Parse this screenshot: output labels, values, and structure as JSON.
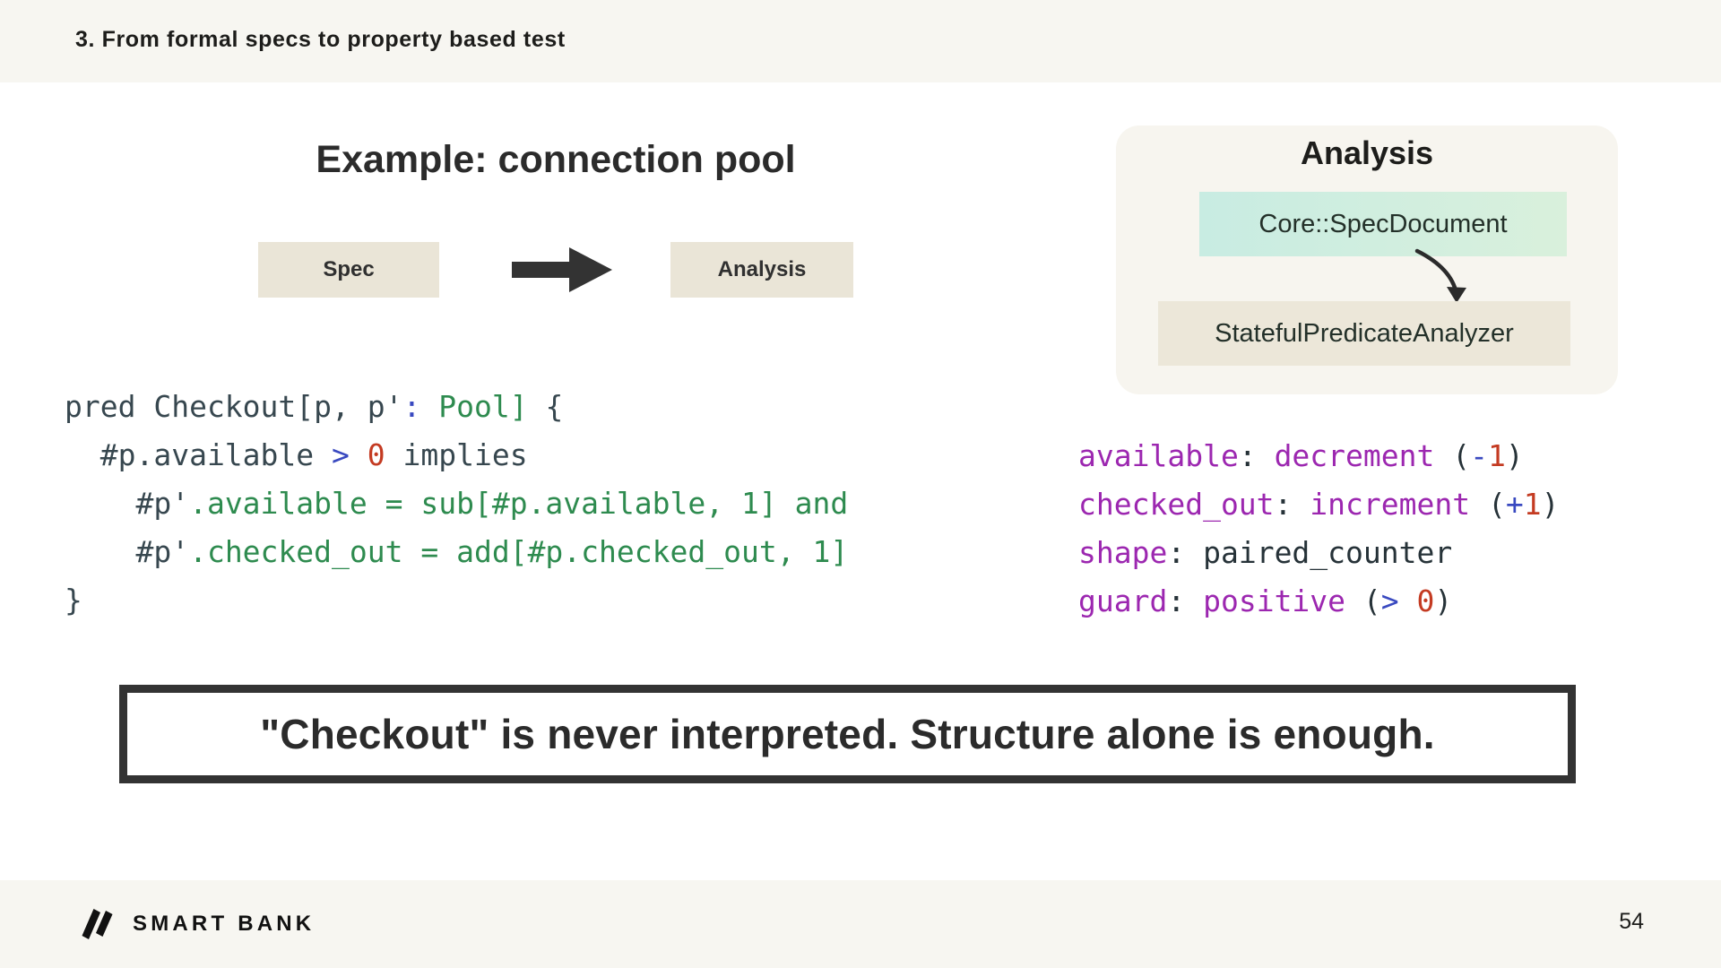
{
  "header": {
    "title": "3. From formal specs to property based test"
  },
  "left": {
    "example_title": "Example: connection pool",
    "flow": {
      "source_label": "Spec",
      "arrow_icon": "arrow-right-icon",
      "target_label": "Analysis"
    },
    "code_lines": [
      [
        {
          "t": "pred Checkout[p, p'",
          "c": "plain"
        },
        {
          "t": ":",
          "c": "blue"
        },
        {
          "t": " ",
          "c": "plain"
        },
        {
          "t": "Pool]",
          "c": "green"
        },
        {
          "t": " {",
          "c": "plain"
        }
      ],
      [
        {
          "t": "  #p.available ",
          "c": "plain"
        },
        {
          "t": ">",
          "c": "blue"
        },
        {
          "t": " ",
          "c": "plain"
        },
        {
          "t": "0",
          "c": "red"
        },
        {
          "t": " implies",
          "c": "plain"
        }
      ],
      [
        {
          "t": "    #p'",
          "c": "plain"
        },
        {
          "t": ".available = sub[#p.available, 1] and",
          "c": "green"
        }
      ],
      [
        {
          "t": "    #p'",
          "c": "plain"
        },
        {
          "t": ".checked_out = add[#p.checked_out, 1]",
          "c": "green"
        }
      ],
      [
        {
          "t": "}",
          "c": "plain"
        }
      ]
    ]
  },
  "right": {
    "card": {
      "title": "Analysis",
      "nodes": [
        {
          "label": "Core::SpecDocument",
          "style": "mint"
        },
        {
          "label": "StatefulPredicateAnalyzer",
          "style": "beige"
        }
      ],
      "arrow_icon": "curved-arrow-down-icon"
    },
    "code_lines": [
      [
        {
          "t": "available",
          "c": "purple"
        },
        {
          "t": ":",
          "c": "dark"
        },
        {
          "t": " ",
          "c": "plain"
        },
        {
          "t": "decrement",
          "c": "purple"
        },
        {
          "t": " ",
          "c": "plain"
        },
        {
          "t": "(",
          "c": "dark"
        },
        {
          "t": "-",
          "c": "blue"
        },
        {
          "t": "1",
          "c": "red"
        },
        {
          "t": ")",
          "c": "dark"
        }
      ],
      [
        {
          "t": "checked_out",
          "c": "purple"
        },
        {
          "t": ":",
          "c": "dark"
        },
        {
          "t": " ",
          "c": "plain"
        },
        {
          "t": "increment",
          "c": "purple"
        },
        {
          "t": " ",
          "c": "plain"
        },
        {
          "t": "(",
          "c": "dark"
        },
        {
          "t": "+",
          "c": "blue"
        },
        {
          "t": "1",
          "c": "red"
        },
        {
          "t": ")",
          "c": "dark"
        }
      ],
      [
        {
          "t": "shape",
          "c": "purple"
        },
        {
          "t": ":",
          "c": "dark"
        },
        {
          "t": " ",
          "c": "plain"
        },
        {
          "t": "paired_counter",
          "c": "dark"
        }
      ],
      [
        {
          "t": "guard",
          "c": "purple"
        },
        {
          "t": ":",
          "c": "dark"
        },
        {
          "t": " ",
          "c": "plain"
        },
        {
          "t": "positive",
          "c": "purple"
        },
        {
          "t": " ",
          "c": "plain"
        },
        {
          "t": "(",
          "c": "dark"
        },
        {
          "t": ">",
          "c": "blue"
        },
        {
          "t": " ",
          "c": "plain"
        },
        {
          "t": "0",
          "c": "red"
        },
        {
          "t": ")",
          "c": "dark"
        }
      ]
    ]
  },
  "callout": {
    "text": "\"Checkout\" is never interpreted. Structure alone is enough."
  },
  "footer": {
    "logo_mark": "smartbank-logo-icon",
    "wordmark": "SMART BANK",
    "page_number": "54"
  },
  "colors": {
    "band": "#f7f6f1",
    "box_beige": "#eae5d7",
    "node_mint": "#c8ece2",
    "callout_border": "#333333",
    "token_green": "#2e8b4f",
    "token_blue": "#3949c0",
    "token_red": "#c43b22",
    "token_purple": "#9c27b0"
  }
}
